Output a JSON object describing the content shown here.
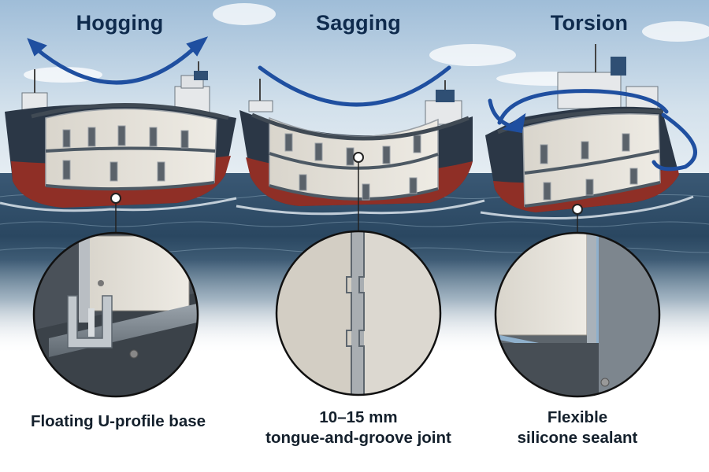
{
  "panels": [
    {
      "title": "Hogging",
      "caption_lines": [
        "Floating U-profile base"
      ]
    },
    {
      "title": "Sagging",
      "caption_lines": [
        "10–15 mm",
        "tongue-and-groove joint"
      ]
    },
    {
      "title": "Torsion",
      "caption_lines": [
        "Flexible",
        "silicone sealant"
      ]
    }
  ],
  "colors": {
    "sky_top": "#a9c4dd",
    "sea": "#2c4a65",
    "hull": "#2b3746",
    "bottom_paint": "#8f2f26",
    "arrow": "#1f4fa0",
    "title": "#0f2b4d",
    "caption": "#14202c"
  },
  "icons": [
    "hogging-arrow-icon",
    "sagging-arrow-icon",
    "torsion-arrow-icon"
  ]
}
